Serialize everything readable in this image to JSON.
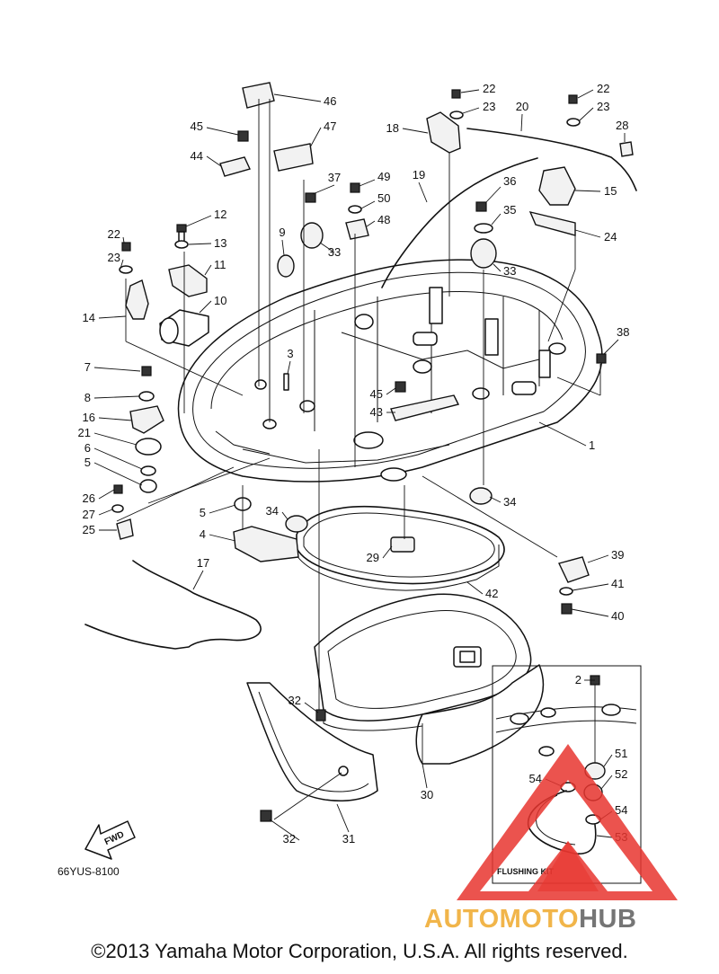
{
  "diagram": {
    "callouts": [
      {
        "n": "1"
      },
      {
        "n": "2"
      },
      {
        "n": "3"
      },
      {
        "n": "4"
      },
      {
        "n": "5"
      },
      {
        "n": "5"
      },
      {
        "n": "6"
      },
      {
        "n": "7"
      },
      {
        "n": "8"
      },
      {
        "n": "9"
      },
      {
        "n": "10"
      },
      {
        "n": "11"
      },
      {
        "n": "12"
      },
      {
        "n": "13"
      },
      {
        "n": "14"
      },
      {
        "n": "15"
      },
      {
        "n": "16"
      },
      {
        "n": "17"
      },
      {
        "n": "18"
      },
      {
        "n": "19"
      },
      {
        "n": "20"
      },
      {
        "n": "21"
      },
      {
        "n": "22"
      },
      {
        "n": "22"
      },
      {
        "n": "22"
      },
      {
        "n": "23"
      },
      {
        "n": "23"
      },
      {
        "n": "23"
      },
      {
        "n": "24"
      },
      {
        "n": "25"
      },
      {
        "n": "26"
      },
      {
        "n": "27"
      },
      {
        "n": "28"
      },
      {
        "n": "29"
      },
      {
        "n": "30"
      },
      {
        "n": "31"
      },
      {
        "n": "32"
      },
      {
        "n": "32"
      },
      {
        "n": "33"
      },
      {
        "n": "33"
      },
      {
        "n": "34"
      },
      {
        "n": "34"
      },
      {
        "n": "35"
      },
      {
        "n": "36"
      },
      {
        "n": "37"
      },
      {
        "n": "38"
      },
      {
        "n": "39"
      },
      {
        "n": "40"
      },
      {
        "n": "41"
      },
      {
        "n": "42"
      },
      {
        "n": "43"
      },
      {
        "n": "44"
      },
      {
        "n": "45"
      },
      {
        "n": "45"
      },
      {
        "n": "46"
      },
      {
        "n": "47"
      },
      {
        "n": "48"
      },
      {
        "n": "49"
      },
      {
        "n": "50"
      },
      {
        "n": "51"
      },
      {
        "n": "52"
      },
      {
        "n": "53"
      },
      {
        "n": "54"
      },
      {
        "n": "54"
      }
    ],
    "diagram_code": "66YUS-8100",
    "fwd_label": "FWD",
    "inset_label": "FLUSHING KIT"
  },
  "watermark": {
    "part1": "AUTOMOTO",
    "part2": "HUB",
    "colors": {
      "orange": "#f1b54a",
      "gray": "#757575",
      "red": "#e8352f"
    }
  },
  "footer": {
    "copyright": "©2013 Yamaha Motor Corporation, U.S.A. All rights reserved."
  }
}
